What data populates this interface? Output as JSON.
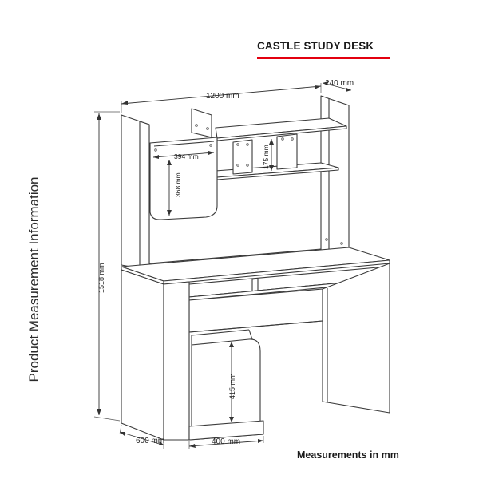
{
  "header": {
    "title": "CASTLE STUDY DESK",
    "accent_color": "#e3000f"
  },
  "side_label": "Product Measurement Information",
  "footer_note": "Measurements in mm",
  "dimensions": {
    "width": "1200 mm",
    "depth_top": "240 mm",
    "height": "1518 mm",
    "door_width": "394 mm",
    "door_height": "368 mm",
    "shelf_gap": "175 mm",
    "cabinet_height": "415 mm",
    "depth_bottom": "600 mm",
    "cabinet_width": "400 mm"
  }
}
